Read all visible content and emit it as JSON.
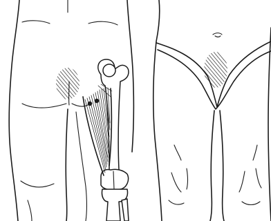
{
  "figure": {
    "panels": [
      {
        "id": "posterior-view",
        "referred_pain_zone": "buttock",
        "hatch_color": "#1a1a1a",
        "muscle_fibers": "hamstring"
      },
      {
        "id": "anterior-view",
        "referred_pain_zone": "pubic",
        "hatch_color": "#1a1a1a"
      }
    ],
    "line_color": "#1a1a1a",
    "background": "#ffffff",
    "trigger_points": 2
  }
}
